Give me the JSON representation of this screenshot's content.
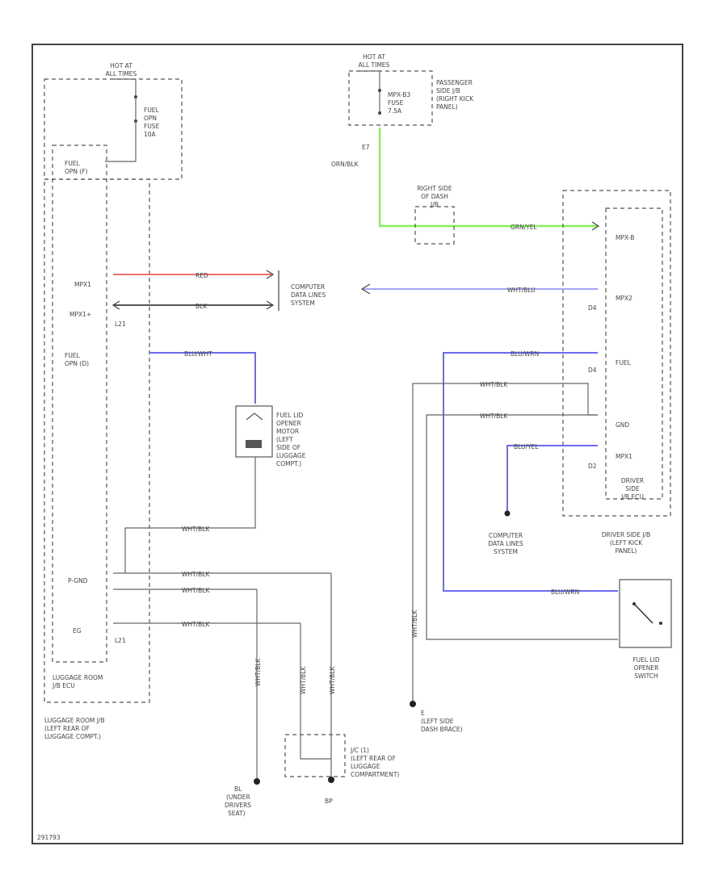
{
  "colors": {
    "red_wire": "#f07070",
    "black_wire": "#555555",
    "blue_wire": "#6b6bf0",
    "green_wire": "#86f05a",
    "wht_blk_wire": "#6b6b6b"
  },
  "labels": {
    "hot_left": [
      "HOT AT",
      "ALL TIMES"
    ],
    "fuel_opn_fuse": [
      "FUEL",
      "OPN",
      "FUSE",
      "10A"
    ],
    "fuel_opn_f": [
      "FUEL",
      "OPN (F)"
    ],
    "hot_right": [
      "HOT AT",
      "ALL TIMES"
    ],
    "mpx_fuse": [
      "MPX-B3",
      "FUSE",
      "7.5A"
    ],
    "passenger_jb": [
      "PASSENGER",
      "SIDE J/B",
      "(RIGHT KICK",
      "PANEL)"
    ],
    "pin_e7": "E7",
    "orn_blk": "ORN/BLK",
    "right_side_dash": [
      "RIGHT SIDE",
      "OF DASH",
      "J/B"
    ],
    "grn_yel": "GRN/YEL",
    "mpx_b": "MPX-B",
    "mpx1": "MPX1",
    "mpx1_plus": "MPX1+",
    "l21_top": "L21",
    "red": "RED",
    "blk": "BLK",
    "computer_data_top": [
      "COMPUTER",
      "DATA LINES",
      "SYSTEM"
    ],
    "wht_blu": "WHT/BLU",
    "mpx2": "MPX2",
    "d4_top": "D4",
    "fuel_opn_d": [
      "FUEL",
      "OPN (D)"
    ],
    "blu_wht": "BLU/WHT",
    "blu_wrn": "BLU/WRN",
    "fuel": "FUEL",
    "d4_mid": "D4",
    "fuel_lid_motor": [
      "FUEL LID",
      "OPENER",
      "MOTOR",
      "(LEFT",
      "SIDE OF",
      "LUGGAGE",
      "COMPT.)"
    ],
    "wht_blk_1": "WHT/BLK",
    "gnd": "GND",
    "blu_yel": "BLU/YEL",
    "mpx1_right": "MPX1",
    "d2": "D2",
    "computer_data_bottom": [
      "COMPUTER",
      "DATA LINES",
      "SYSTEM"
    ],
    "driver_jb_box": [
      "DRIVER",
      "SIDE",
      "J/B ECU"
    ],
    "driver_jb": [
      "DRIVER SIDE J/B",
      "(LEFT KICK",
      "PANEL)"
    ],
    "wht_blk_2": "WHT/BLK",
    "pgnd": "P-GND",
    "wht_blk_3": "WHT/BLK",
    "wht_blk_4": "WHT/BLK",
    "eg": "EG",
    "l21_bottom": "L21",
    "wht_blk_5": "WHT/BLK",
    "blu_wrn_2": "BLU/WRN",
    "wht_blk_6": "WHT/BLK",
    "fuel_lid_switch": [
      "FUEL LID",
      "OPENER",
      "SWITCH"
    ],
    "luggage_ecu": [
      "LUGGAGE ROOM",
      "J/B ECU"
    ],
    "luggage_jb": [
      "LUGGAGE ROOM J/B",
      "(LEFT REAR OF",
      "LUGGAGE COMPT.)"
    ],
    "wht_blk_v1": "WHT/BLK",
    "wht_blk_v2": "WHT/BLK",
    "wht_blk_v3": "WHT/BLK",
    "wht_blk_v4": "WHT/BLK",
    "junction_connector": [
      "J/C (1)",
      "(LEFT REAR OF",
      "LUGGAGE",
      "COMPARTMENT)"
    ],
    "gnd_dash": [
      "E",
      "(LEFT SIDE",
      "DASH BRACE)"
    ],
    "gnd_seat": [
      "BL",
      "(UNDER",
      "DRIVERS",
      "SEAT)"
    ],
    "gnd_bp": "BP",
    "diagram_id": "291793"
  }
}
